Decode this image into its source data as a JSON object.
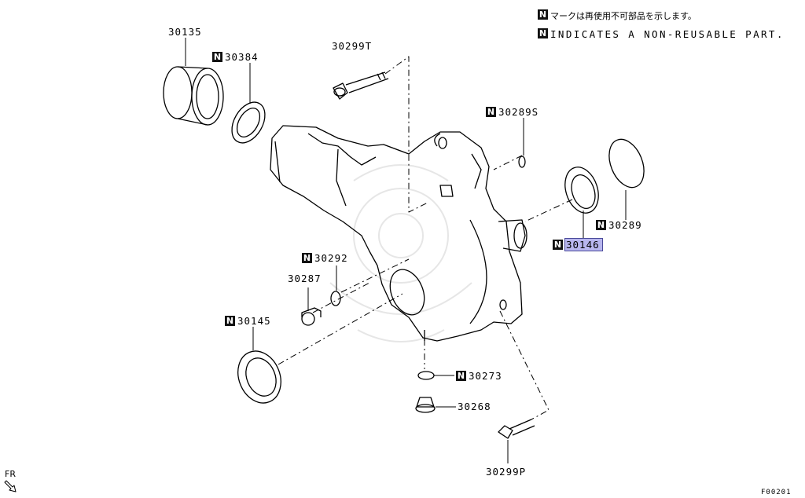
{
  "legend": {
    "n_marker": "N",
    "japanese": "マークは再使用不可部品を示します。",
    "english": "INDICATES A NON-REUSABLE PART."
  },
  "parts": {
    "p30135": "30135",
    "p30384": "30384",
    "p30299T": "30299T",
    "p30289S": "30289S",
    "p30289": "30289",
    "p30146": "30146",
    "p30292": "30292",
    "p30287": "30287",
    "p30145": "30145",
    "p30273": "30273",
    "p30268": "30268",
    "p30299P": "30299P"
  },
  "highlight_color": "#b8b6ee",
  "direction_label": "FR",
  "figure_id": "F00201"
}
